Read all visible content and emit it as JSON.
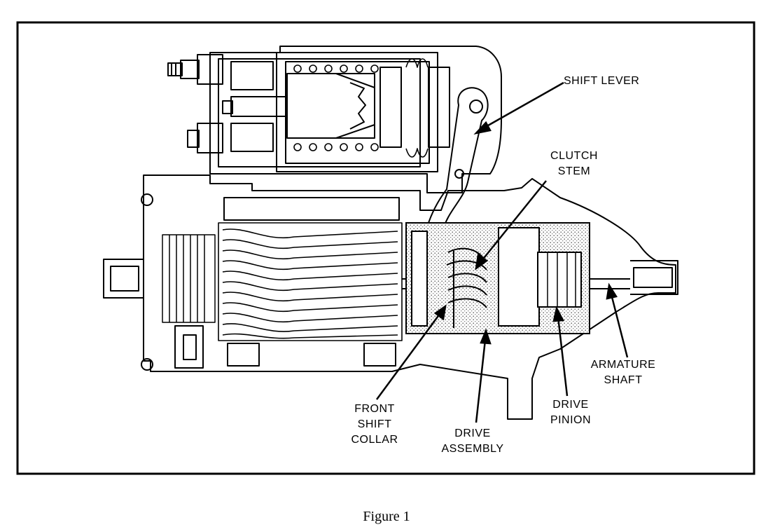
{
  "diagram": {
    "labels": {
      "shift_lever": "SHIFT LEVER",
      "clutch_stem": [
        "CLUTCH",
        "STEM"
      ],
      "front_shift_collar": [
        "FRONT",
        "SHIFT",
        "COLLAR"
      ],
      "drive_assembly": [
        "DRIVE",
        "ASSEMBLY"
      ],
      "drive_pinion": [
        "DRIVE",
        "PINION"
      ],
      "armature_shaft": [
        "ARMATURE",
        "SHAFT"
      ]
    }
  },
  "caption": "Figure 1"
}
